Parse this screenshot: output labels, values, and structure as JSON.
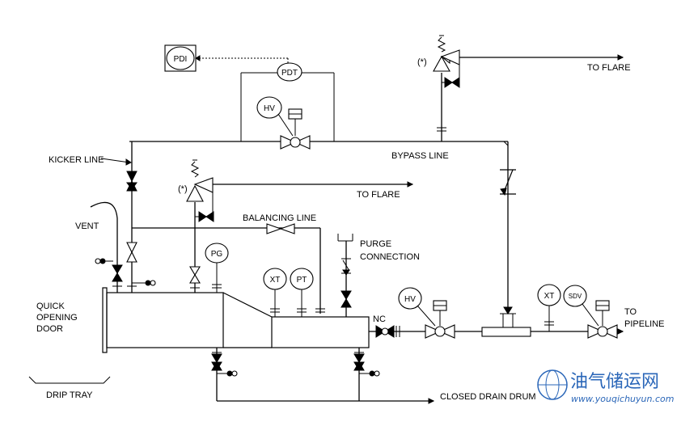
{
  "labels": {
    "kicker_line": "KICKER LINE",
    "vent": "VENT",
    "quick_opening_door": [
      "QUICK",
      "OPENING",
      "DOOR"
    ],
    "drip_tray": "DRIP TRAY",
    "to_flare_top": "TO FLARE",
    "to_flare_mid": "TO FLARE",
    "bypass_line": "BYPASS LINE",
    "balancing_line": "BALANCING LINE",
    "purge_connection": [
      "PURGE",
      "CONNECTION"
    ],
    "closed_drain_drum": "CLOSED DRAIN DRUM",
    "to_pipeline": [
      "TO",
      "PIPELINE"
    ],
    "nc": "NC",
    "asterisk_top": "(*)",
    "asterisk_mid": "(*)"
  },
  "instruments": {
    "pdi": "PDI",
    "pdt": "PDT",
    "hv_bypass": "HV",
    "pg": "PG",
    "xt_barrel": "XT",
    "pt": "PT",
    "hv_outlet": "HV",
    "xt_pipeline": "XT",
    "sdv": "SDV"
  },
  "watermark": {
    "chinese": "油气储运网",
    "url": "www.youqichuyun.com",
    "color": "#2a66b8"
  }
}
